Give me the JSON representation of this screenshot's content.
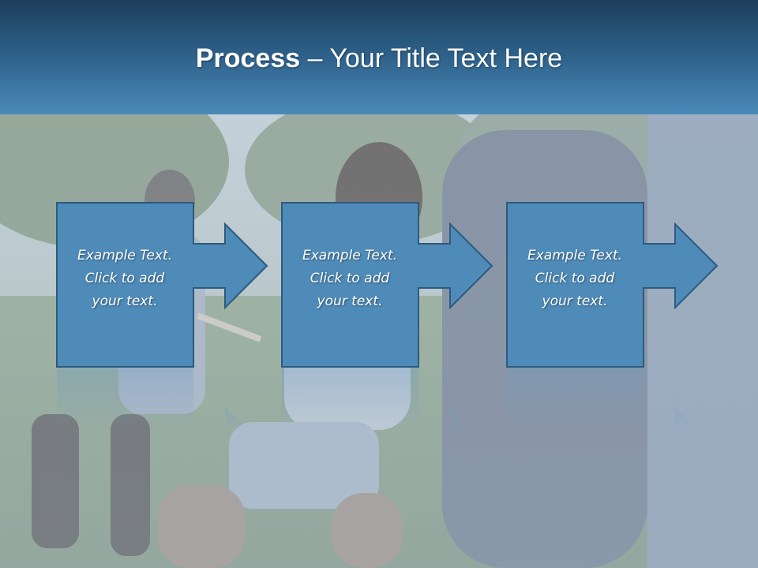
{
  "slide": {
    "title_bold": "Process",
    "title_rest": " – Your Title Text Here"
  },
  "steps": [
    {
      "line1": "Example Text.",
      "line2": "Click  to add",
      "line3": "your text."
    },
    {
      "line1": "Example Text.",
      "line2": "Click  to add",
      "line3": "your text."
    },
    {
      "line1": "Example Text.",
      "line2": "Click  to add",
      "line3": "your text."
    }
  ],
  "colors": {
    "header_dark": "#1d3e5b",
    "header_light": "#4a8ab9",
    "box_fill": "#4f8bb8",
    "box_stroke": "#2c5a80"
  },
  "icons": [
    "right-arrow-icon"
  ]
}
